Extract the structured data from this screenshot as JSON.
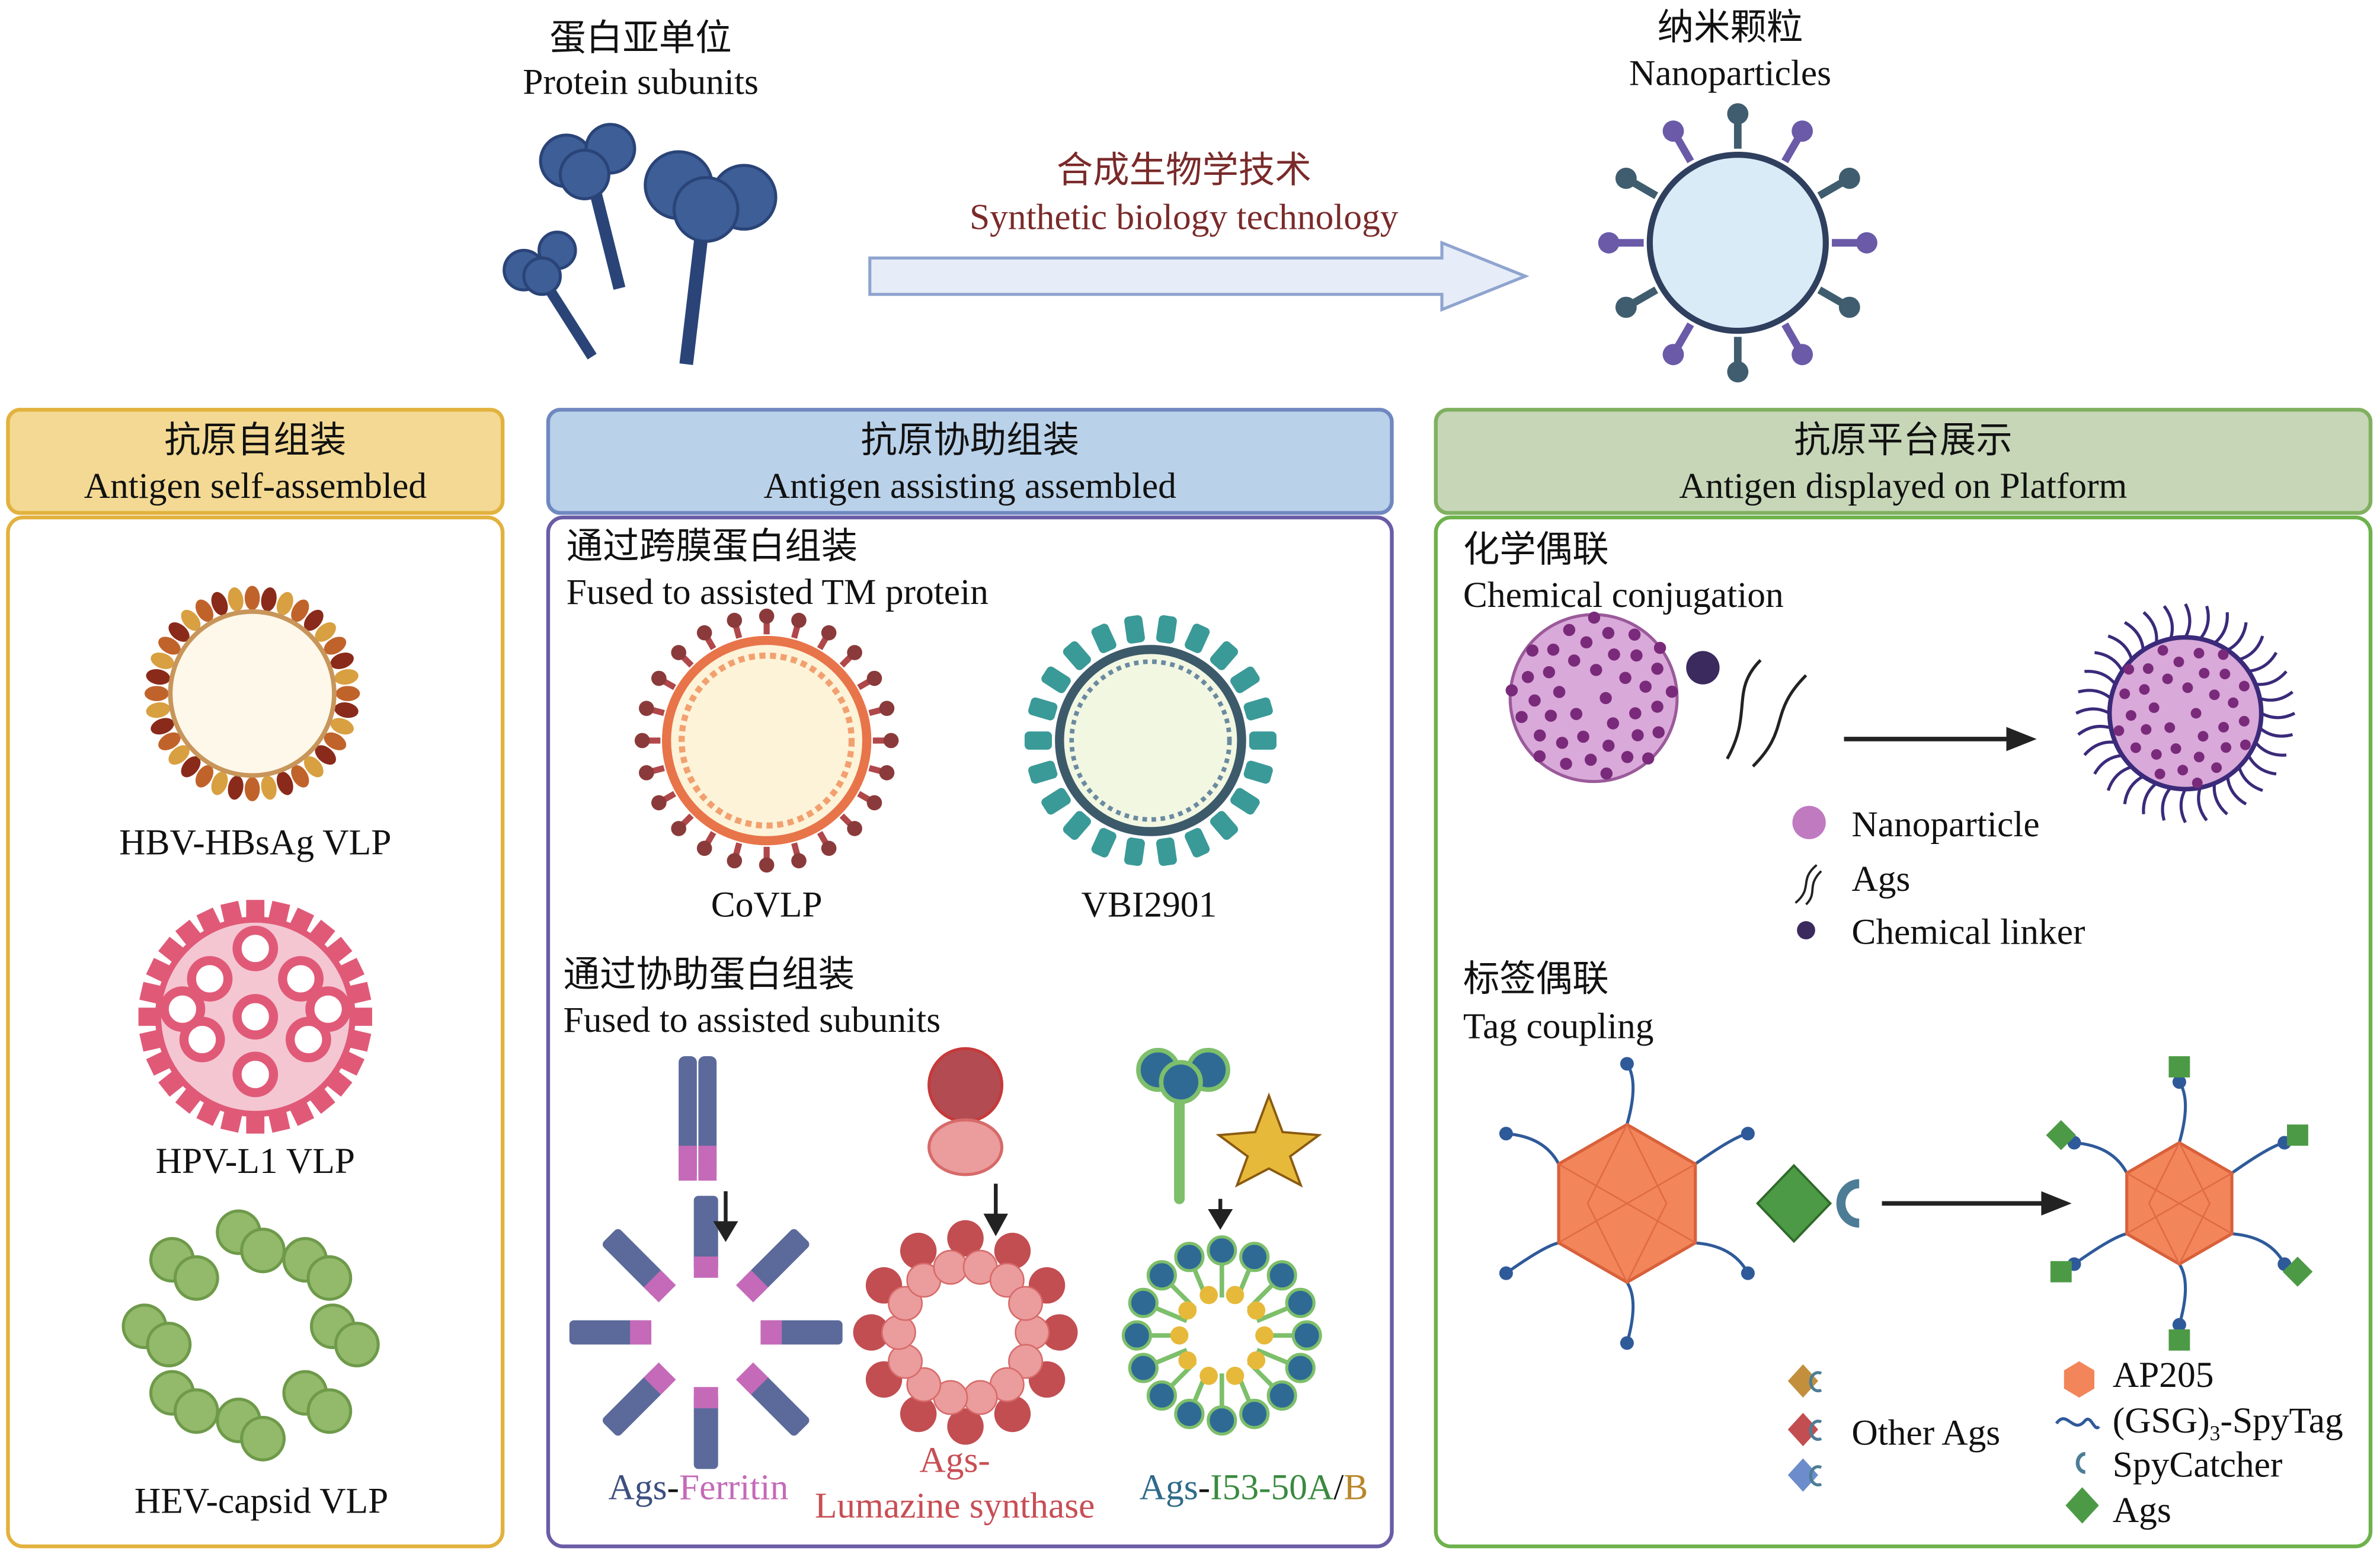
{
  "top": {
    "protein_zh": "蛋白亚单位",
    "protein_en": "Protein subunits",
    "process_zh": "合成生物学技术",
    "process_en": "Synthetic biology technology",
    "nano_zh": "纳米颗粒",
    "nano_en": "Nanoparticles"
  },
  "panels": [
    {
      "title_zh": "抗原自组装",
      "title_en": "Antigen self-assembled",
      "items": [
        "HBV-HBsAg VLP",
        "HPV-L1 VLP",
        "HEV-capsid VLP"
      ]
    },
    {
      "title_zh": "抗原协助组装",
      "title_en": "Antigen assisting assembled",
      "section1_zh": "通过跨膜蛋白组装",
      "section1_en": "Fused to assisted TM protein",
      "section1_items": [
        "CoVLP",
        "VBI2901"
      ],
      "section2_zh": "通过协助蛋白组装",
      "section2_en": "Fused to assisted subunits",
      "ferritin": {
        "a": "Ags",
        "dash": "-",
        "b": "Ferritin"
      },
      "lumazine": {
        "a": "Ags-",
        "b": "Lumazine synthase"
      },
      "i53": {
        "a": "Ags",
        "d1": "-",
        "b": "I53-50A",
        "d2": "/",
        "c": "B"
      }
    },
    {
      "title_zh": "抗原平台展示",
      "title_en": "Antigen displayed on Platform",
      "section1_zh": "化学偶联",
      "section1_en": "Chemical conjugation",
      "legend1": [
        "Nanoparticle",
        "Ags",
        "Chemical linker"
      ],
      "section2_zh": "标签偶联",
      "section2_en": "Tag coupling",
      "other_ags": "Other Ags",
      "legend2": {
        "ap205": "AP205",
        "spytag_a": "(GSG)",
        "spytag_sub": "3",
        "spytag_b": "-SpyTag",
        "spycatcher": "SpyCatcher",
        "ags": "Ags"
      }
    }
  ],
  "colors": {
    "panel1_header": "#f3d993",
    "panel1_border": "#e2b23e",
    "panel2_header": "#b9d1e9",
    "panel2_border": "#6b5ca6",
    "panel3_header": "#c6d6b7",
    "panel3_border": "#6db24c",
    "protein": "#3d5e96",
    "process_text": "#7a2a2a",
    "ferritin_text": "#3c4f80",
    "ferritin_accent": "#c56ab8",
    "lumazine_text": "#c84e55",
    "i53_ags": "#2e6a8a",
    "i53_a": "#3a8a40",
    "i53_b": "#b8862a"
  }
}
